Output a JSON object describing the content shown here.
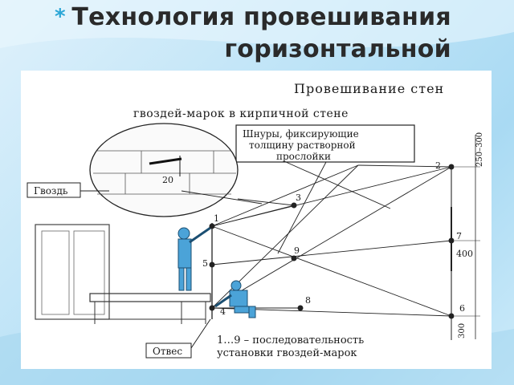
{
  "slide": {
    "title_line1": "Технология провешивания",
    "title_line2": "горизонтальной",
    "accent_color": "#2aa6d6"
  },
  "diagram": {
    "heading": "Провешивание стен",
    "subheading": "гвоздей-марок в кирпичной стене",
    "cords_note": [
      "Шнуры, фиксирующие",
      "толщину растворной",
      "прослойки"
    ],
    "nail_label": "Гвоздь",
    "plumb_label": "Отвес",
    "inset_dimension": "20",
    "sequence_note": [
      "1…9 – последовательность",
      "установки гвоздей-марок"
    ],
    "dim_top": "250–300",
    "dim_mid": "400",
    "dim_bottom": "300",
    "points": [
      "1",
      "2",
      "3",
      "4",
      "5",
      "6",
      "7",
      "8",
      "9"
    ]
  }
}
